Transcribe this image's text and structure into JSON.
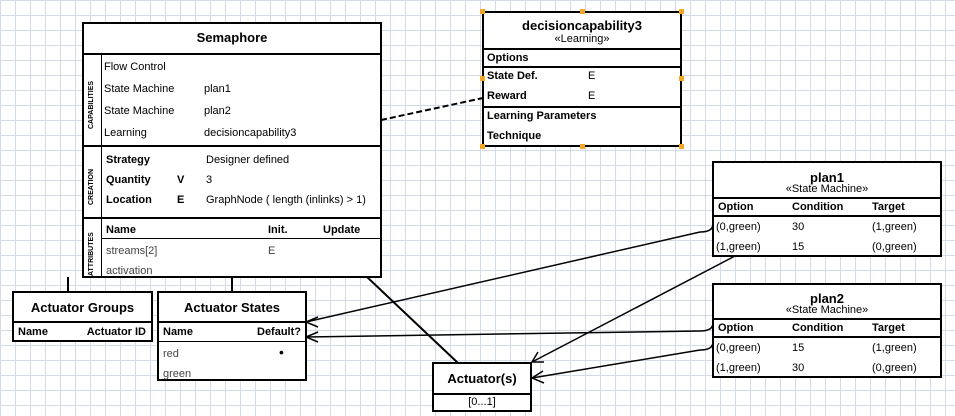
{
  "semaphore": {
    "title": "Semaphore",
    "sections": {
      "capabilities": "CAPABILITIES",
      "creation": "CREATION",
      "attributes": "ATTRIBUTES"
    },
    "capabilities": [
      {
        "kind": "Flow Control",
        "ref": ""
      },
      {
        "kind": "State Machine",
        "ref": "plan1"
      },
      {
        "kind": "State Machine",
        "ref": "plan2"
      },
      {
        "kind": "Learning",
        "ref": "decisioncapability3"
      }
    ],
    "creation": [
      {
        "label": "Strategy",
        "flag": "",
        "value": "Designer defined"
      },
      {
        "label": "Quantity",
        "flag": "V",
        "value": "3"
      },
      {
        "label": "Location",
        "flag": "E",
        "value": "GraphNode ( length (inlinks) > 1)"
      }
    ],
    "attributes": {
      "headers": {
        "name": "Name",
        "init": "Init.",
        "update": "Update"
      },
      "rows": [
        {
          "name": "streams[2]",
          "init": "E",
          "update": ""
        },
        {
          "name": "activation",
          "init": "",
          "update": ""
        }
      ]
    }
  },
  "decision": {
    "title": "decisioncapability3",
    "stereotype": "«Learning»",
    "options_label": "Options",
    "rows": [
      {
        "label": "State Def.",
        "value": "E"
      },
      {
        "label": "Reward",
        "value": "E"
      }
    ],
    "learning_params": "Learning Parameters",
    "technique": "Technique"
  },
  "plan1": {
    "title": "plan1",
    "stereotype": "«State Machine»",
    "headers": {
      "option": "Option",
      "condition": "Condition",
      "target": "Target"
    },
    "rows": [
      {
        "option": "(0,green)",
        "condition": "30",
        "target": "(1,green)"
      },
      {
        "option": "(1,green)",
        "condition": "15",
        "target": "(0,green)"
      }
    ]
  },
  "plan2": {
    "title": "plan2",
    "stereotype": "«State Machine»",
    "headers": {
      "option": "Option",
      "condition": "Condition",
      "target": "Target"
    },
    "rows": [
      {
        "option": "(0,green)",
        "condition": "15",
        "target": "(1,green)"
      },
      {
        "option": "(1,green)",
        "condition": "30",
        "target": "(0,green)"
      }
    ]
  },
  "actuator_groups": {
    "title": "Actuator Groups",
    "headers": {
      "name": "Name",
      "id": "Actuator ID"
    }
  },
  "actuator_states": {
    "title": "Actuator States",
    "headers": {
      "name": "Name",
      "default": "Default?"
    },
    "rows": [
      {
        "name": "red",
        "default": "•"
      },
      {
        "name": "green",
        "default": ""
      }
    ]
  },
  "actuators": {
    "title": "Actuator(s)",
    "multiplicity": "[0...1]"
  },
  "colors": {
    "grid": "#d4dbe6",
    "selection_handle": "#f5a623",
    "line": "#000000"
  }
}
